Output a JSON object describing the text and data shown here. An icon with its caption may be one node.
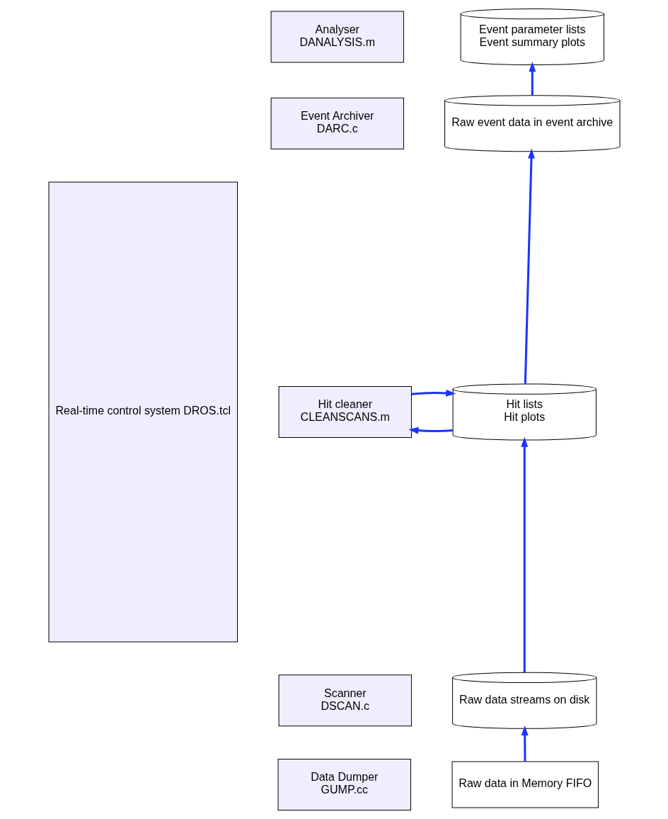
{
  "diagram": {
    "nodes": [
      {
        "text": [
          "Real-time control system DROS.tcl"
        ]
      },
      {
        "text": [
          "Analyser",
          "DANALYSIS.m"
        ]
      },
      {
        "text": [
          "Event Archiver",
          "DARC.c"
        ]
      },
      {
        "text": [
          "Hit cleaner",
          "CLEANSCANS.m"
        ]
      },
      {
        "text": [
          "Scanner",
          "DSCAN.c"
        ]
      },
      {
        "text": [
          "Data Dumper",
          "GUMP.cc"
        ]
      },
      {
        "text": [
          "Event parameter lists",
          "Event summary plots"
        ]
      },
      {
        "text": [
          "Raw event data in event archive"
        ]
      },
      {
        "text": [
          "Hit lists",
          "Hit plots"
        ]
      },
      {
        "text": [
          "Raw data streams on disk"
        ]
      },
      {
        "text": [
          "Raw data in Memory FIFO"
        ]
      }
    ],
    "edges": [
      {
        "from": 10,
        "to": 9,
        "arrow": "to"
      },
      {
        "from": 9,
        "to": 8,
        "arrow": "to"
      },
      {
        "from": 8,
        "to": 7,
        "arrow": "to"
      },
      {
        "from": 7,
        "to": 6,
        "arrow": "to"
      },
      {
        "from": 3,
        "to": 8,
        "arrow": "to"
      },
      {
        "from": 8,
        "to": 3,
        "arrow": "to"
      }
    ]
  }
}
